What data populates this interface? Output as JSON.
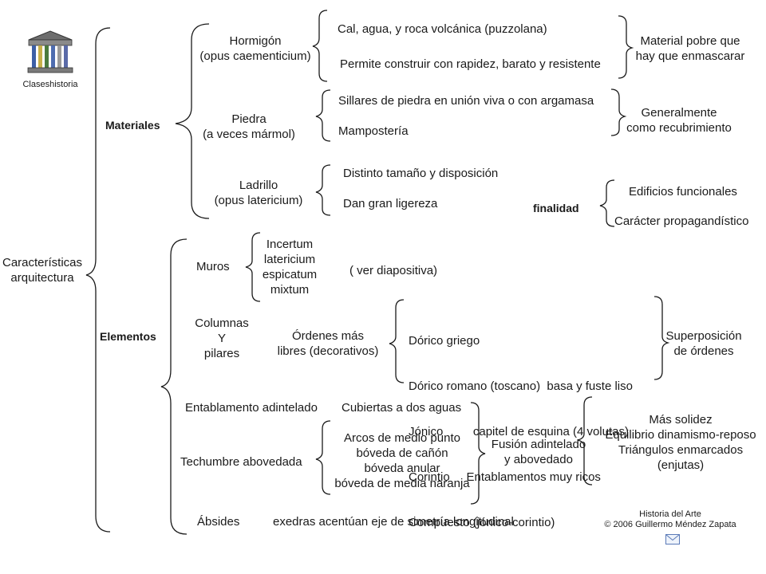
{
  "logo_caption": "Claseshistoria",
  "root": [
    "Características",
    "arquitectura"
  ],
  "materiales": {
    "label": "Materiales",
    "hormigon": [
      "Hormigón",
      "(opus caementicium)"
    ],
    "hormigon_items": [
      "Cal, agua, y roca volcánica (puzzolana)",
      "Permite construir con rapidez, barato y resistente"
    ],
    "hormigon_note": [
      "Material pobre que",
      "hay que enmascarar"
    ],
    "piedra": [
      "Piedra",
      "(a veces mármol)"
    ],
    "piedra_items": [
      "Sillares de piedra en unión viva o con argamasa",
      "Mampostería"
    ],
    "piedra_note": [
      "Generalmente",
      "como recubrimiento"
    ],
    "ladrillo": [
      "Ladrillo",
      "(opus latericium)"
    ],
    "ladrillo_items": [
      "Distinto tamaño y disposición",
      "Dan gran ligereza"
    ],
    "finalidad_label": "finalidad",
    "finalidad_items": [
      "Edificios funcionales",
      "Carácter propagandístico"
    ]
  },
  "elementos": {
    "label": "Elementos",
    "muros": "Muros",
    "muros_items": [
      "Incertum",
      "latericium",
      "espicatum",
      "mixtum"
    ],
    "muros_note": "( ver diapositiva)",
    "columnas": [
      "Columnas",
      "Y",
      "pilares"
    ],
    "ordenes": [
      "Órdenes más",
      "libres (decorativos)"
    ],
    "ordenes_items": [
      "Dórico griego",
      "Dórico romano (toscano)  basa y fuste liso",
      "Jónico         capitel de esquina (4 volutas)",
      "Corintio     Entablamentos muy ricos",
      "Compuesto (jónico-corintio)"
    ],
    "ordenes_note": [
      "Superposición",
      "de órdenes"
    ],
    "entablamento": "Entablamento adintelado",
    "cubiertas": "Cubiertas a dos aguas",
    "techumbre": "Techumbre abovedada",
    "arcos_items": [
      "Arcos de medio punto",
      "bóveda de cañón",
      "bóveda anular",
      "bóveda de media naranja"
    ],
    "fusion": [
      "Fusión adintelado",
      "y abovedado"
    ],
    "fusion_items": [
      "Más solidez",
      "Equilibrio dinamismo-reposo",
      "Triángulos enmarcados",
      "(enjutas)"
    ],
    "absides": "Ábsides",
    "absides_note": "exedras acentúan eje de simetría longitudinal"
  },
  "footer": [
    "Historia del Arte",
    "© 2006 Guillermo Méndez Zapata"
  ],
  "icons": {
    "logo": "temple-logo-icon",
    "mail": "mail-icon"
  }
}
